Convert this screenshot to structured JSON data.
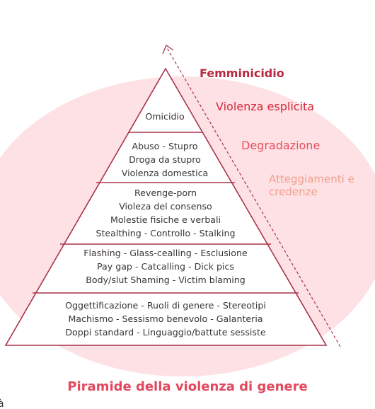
{
  "title": "Piramide della violenza di genere",
  "levels": [
    {
      "id": "top",
      "lines": [
        "Omicidio"
      ]
    },
    {
      "id": "level2",
      "lines": [
        "Abuso - Stupro",
        "Droga da stupro",
        "Violenza domestica"
      ]
    },
    {
      "id": "level3",
      "lines": [
        "Revenge-porn",
        "Violeza del consenso",
        "Molestie fisiche e verbali",
        "Stealthing - Controllo - Stalking"
      ]
    },
    {
      "id": "level4",
      "lines": [
        "Flashing - Glass-cealling - Esclusione",
        "Pay gap - Catcalling - Dick pics",
        "Body/slut Shaming - Victim blaming"
      ]
    },
    {
      "id": "level5",
      "lines": [
        "Oggettificazione - Ruoli di genere - Stereotipi",
        "Machismo - Sessismo benevolo - Galanteria",
        "Doppi standard - Linguaggio/battute sessiste"
      ]
    }
  ],
  "side_labels": {
    "femminicidio": "Femminicidio",
    "violenza_esplicita": "Violenza esplicita",
    "degradazione": "Degradazione",
    "atteggiamenti_line1": "Atteggiamenti e",
    "atteggiamenti_line2": "credenze"
  },
  "colors": {
    "outline": "#a8344a",
    "background_blob": "#fde1e4",
    "femminicidio": "#b8283e",
    "violenza_esplicita": "#d6283b",
    "degradazione": "#e8505f",
    "atteggiamenti": "#f2a08e",
    "caption": "#e2485e",
    "body_text": "#3a3434"
  },
  "stray_text": "à"
}
